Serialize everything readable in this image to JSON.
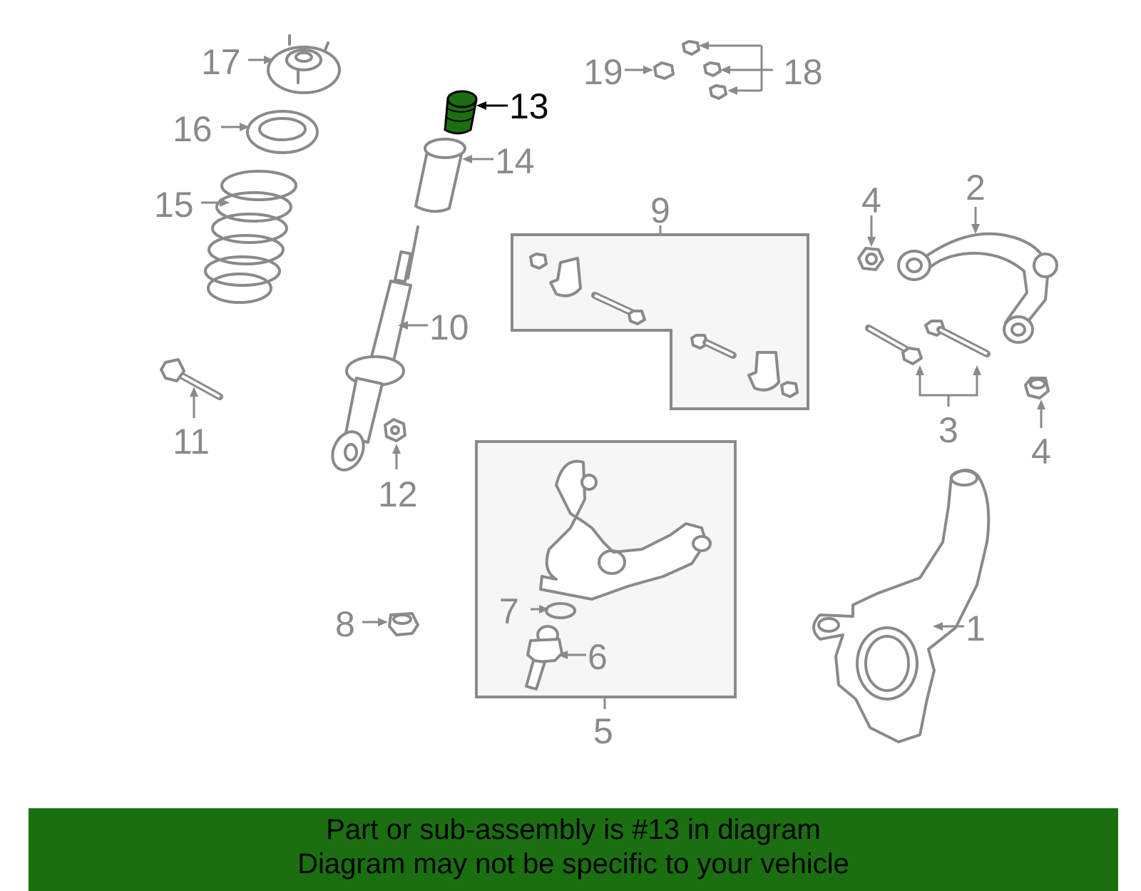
{
  "diagram": {
    "highlighted_part": "13",
    "highlight_color": "#1a7011",
    "callouts": {
      "c1": "1",
      "c2": "2",
      "c3": "3",
      "c4a": "4",
      "c4b": "4",
      "c5": "5",
      "c6": "6",
      "c7": "7",
      "c8": "8",
      "c9": "9",
      "c10": "10",
      "c11": "11",
      "c12": "12",
      "c13": "13",
      "c14": "14",
      "c15": "15",
      "c16": "16",
      "c17": "17",
      "c18": "18",
      "c19": "19"
    }
  },
  "banner": {
    "line1": "Part or sub-assembly is #13 in diagram",
    "line2": "Diagram may not be specific to your vehicle",
    "background": "#1a7011"
  }
}
